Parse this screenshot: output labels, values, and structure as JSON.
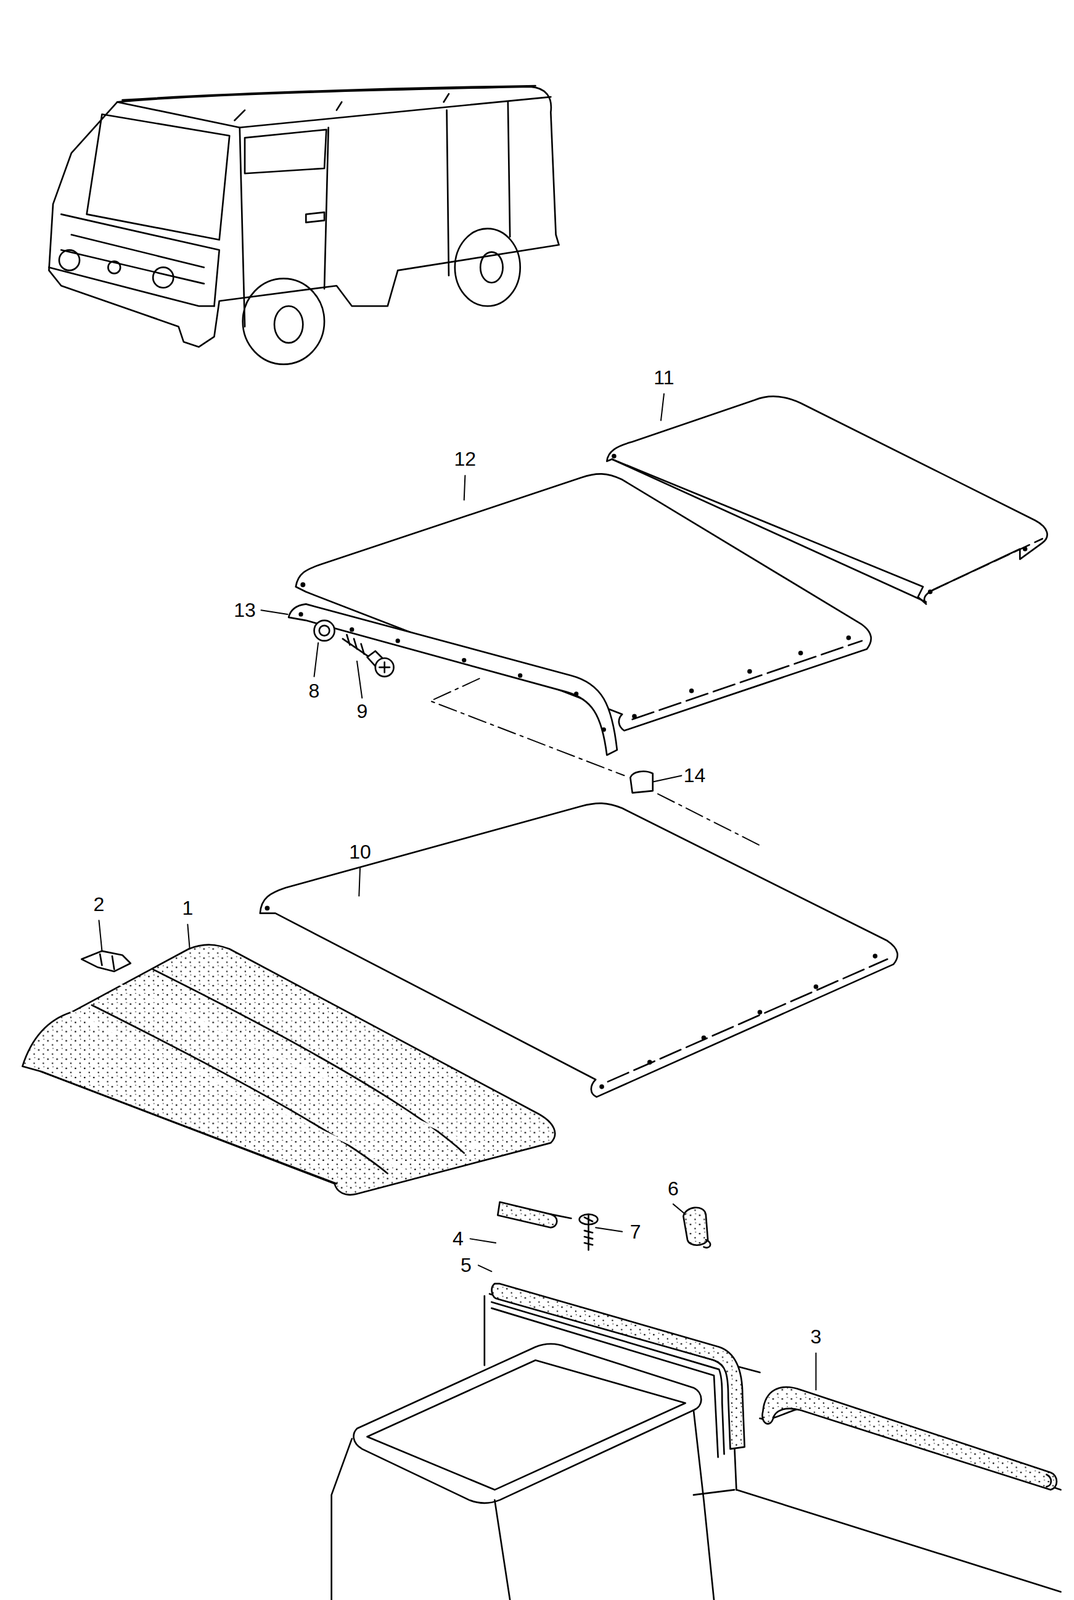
{
  "diagram": {
    "labels": [
      "11",
      "12",
      "13",
      "8",
      "9",
      "14",
      "10",
      "2",
      "1",
      "6",
      "7",
      "4",
      "5",
      "3"
    ]
  }
}
